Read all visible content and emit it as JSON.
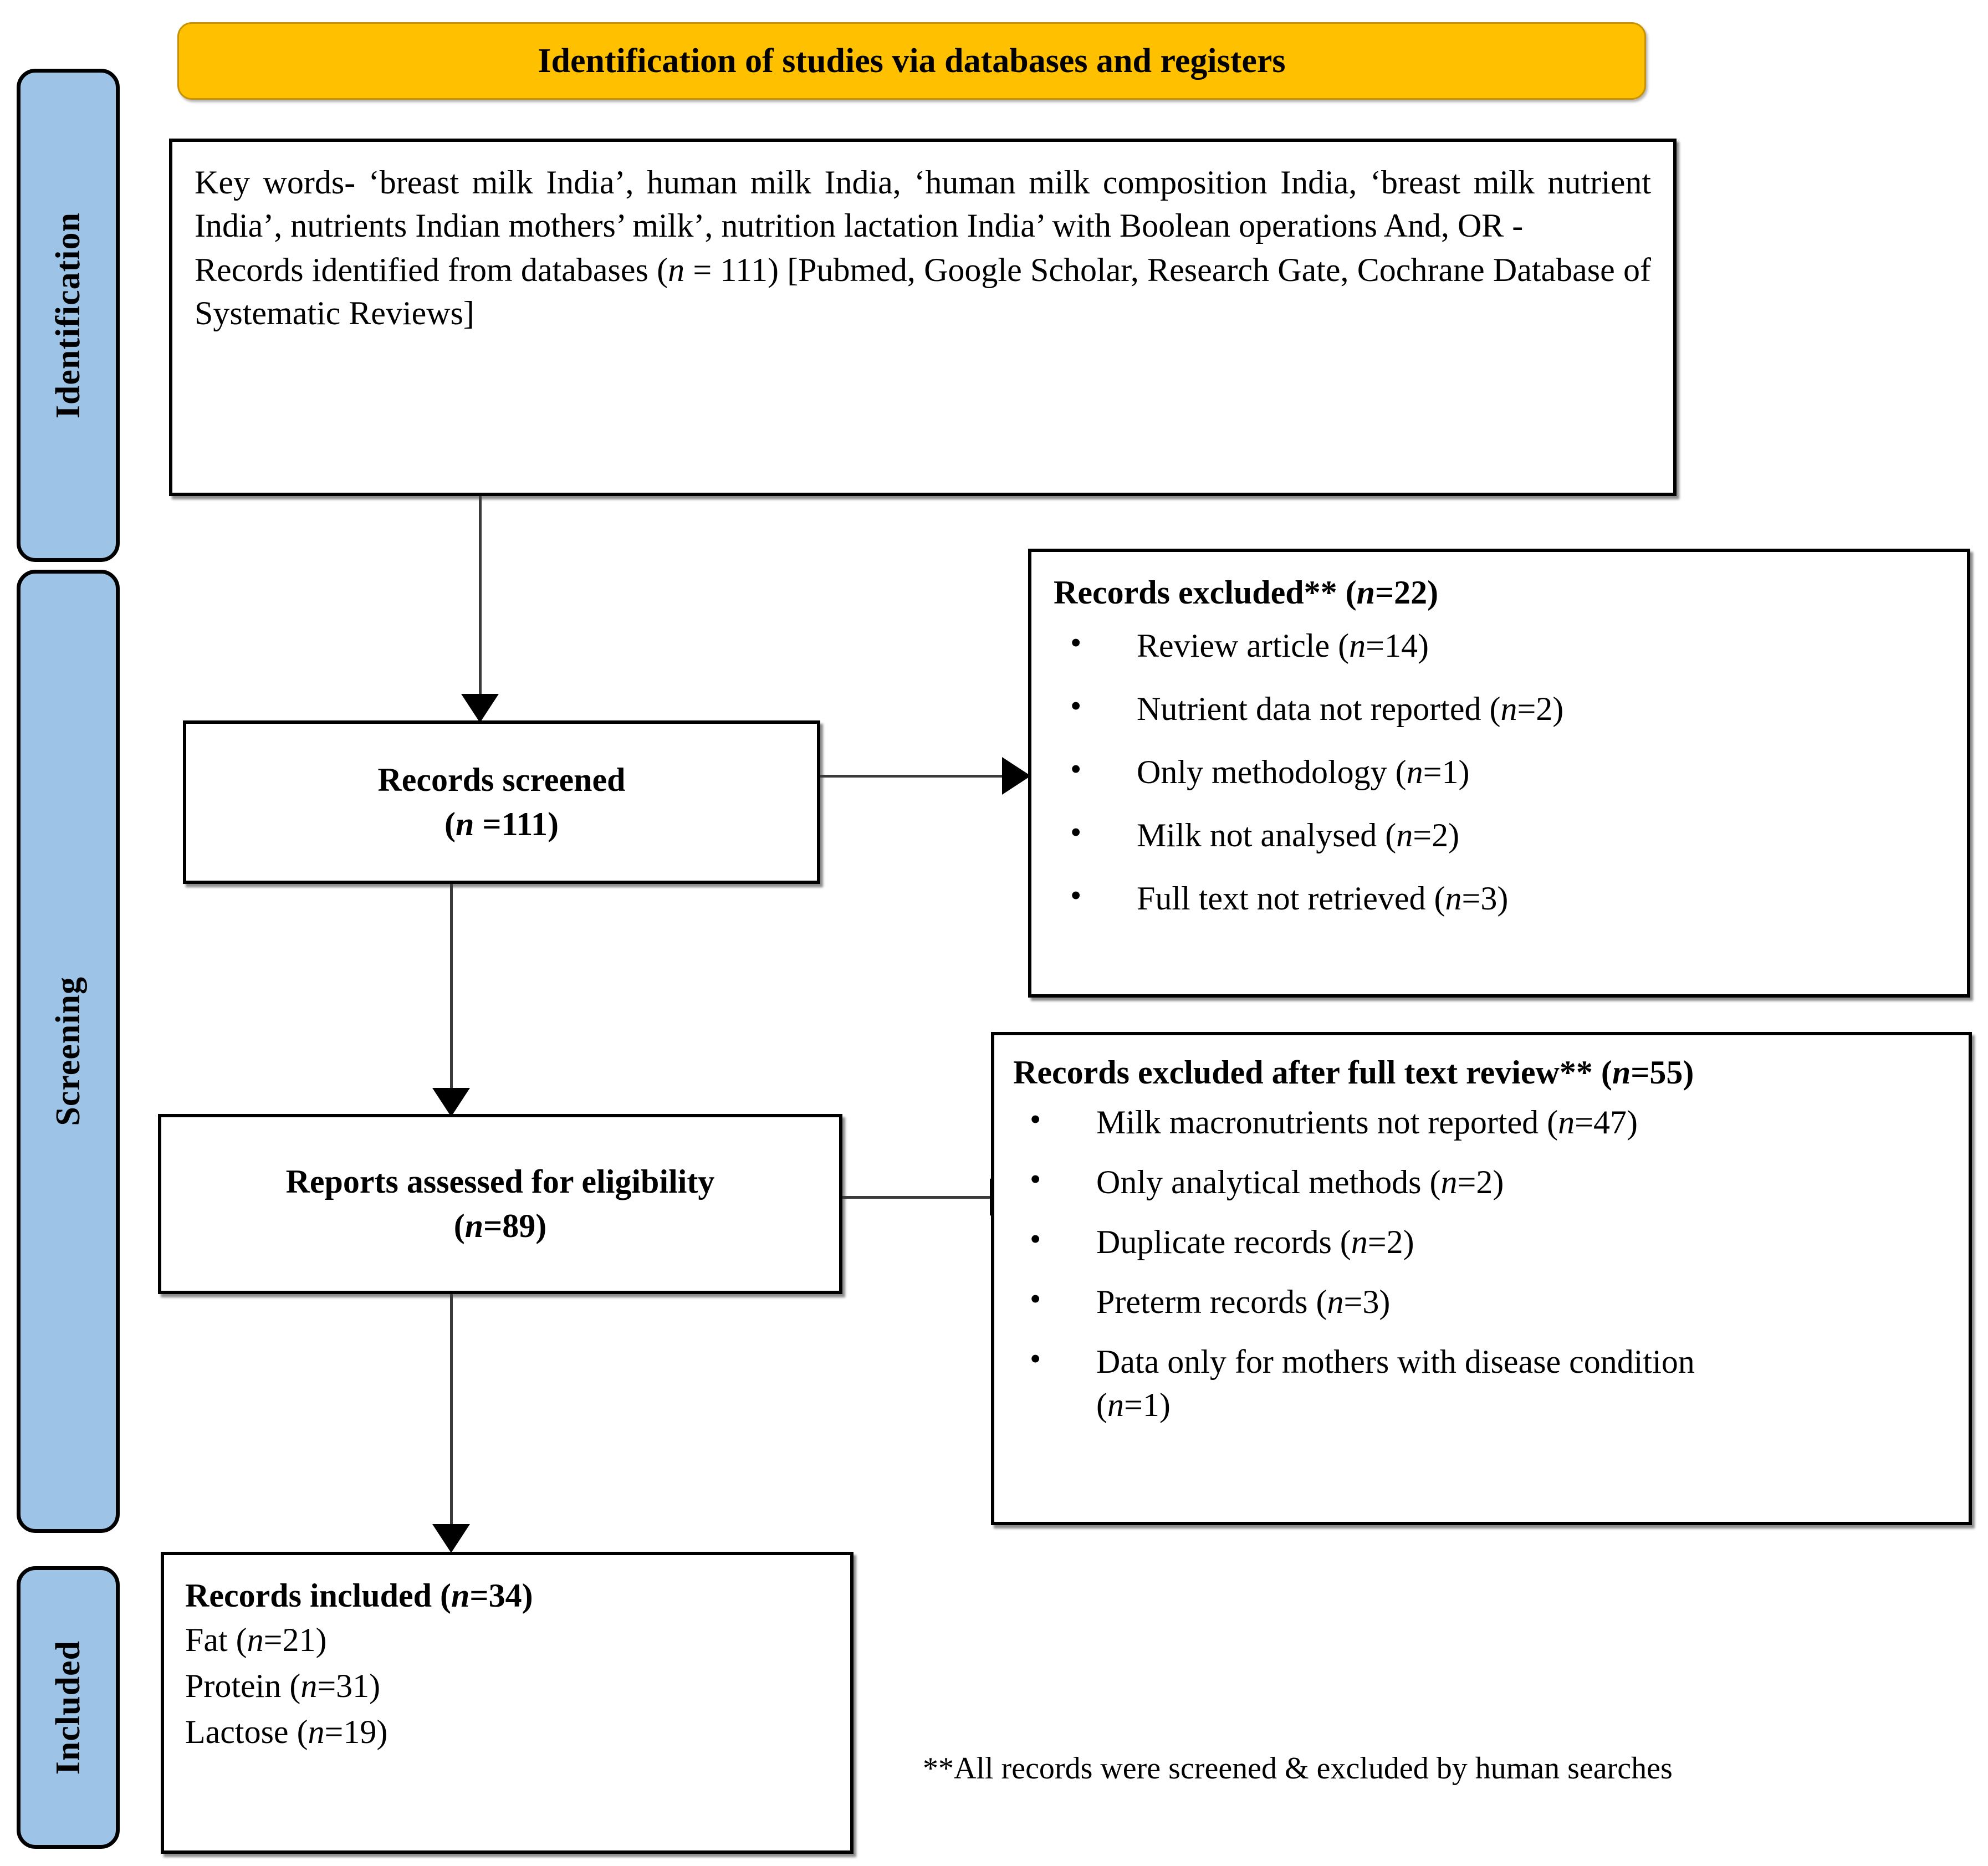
{
  "banner": {
    "title": "Identification of studies via databases and registers",
    "fill_color": "#FFC000"
  },
  "stages": [
    {
      "label": "Identification"
    },
    {
      "label": "Screening"
    },
    {
      "label": "Included"
    }
  ],
  "stage_band_color": "#9DC3E6",
  "identification_box": {
    "line1": "Key words- ‘breast milk India’, human milk India, ‘human milk composition India, ‘breast milk nutrient India’, nutrients Indian mothers’ milk’, nutrition lactation India’ with Boolean operations And, OR -",
    "records_prefix": "Records identified from databases (",
    "records_n": "n",
    "records_value": " = 111) [Pubmed, Google Scholar, Research Gate, Cochrane Database of Systematic Reviews]"
  },
  "records_screened_box": {
    "title": "Records screened",
    "count_open": "(",
    "count_n": "n",
    "count_value": " =111)"
  },
  "records_excluded_box": {
    "heading_text": "Records excluded** (",
    "heading_n": "n",
    "heading_value": "=22)",
    "items": [
      {
        "label": "Review article (",
        "n": "n",
        "value": "=14)"
      },
      {
        "label": "Nutrient data not reported (",
        "n": "n",
        "value": "=2)"
      },
      {
        "label": "Only methodology (",
        "n": "n",
        "value": "=1)"
      },
      {
        "label": "Milk not analysed (",
        "n": "n",
        "value": "=2)"
      },
      {
        "label": "Full text not retrieved (",
        "n": "n",
        "value": "=3)"
      }
    ]
  },
  "reports_assessed_box": {
    "title": "Reports assessed for eligibility",
    "count_open": "(",
    "count_n": "n",
    "count_value": "=89)"
  },
  "excluded_fulltext_box": {
    "heading_text": "Records excluded after full text review** (",
    "heading_n": "n",
    "heading_value": "=55)",
    "items": [
      {
        "label": "Milk macronutrients not reported (",
        "n": "n",
        "value": "=47)"
      },
      {
        "label": "Only analytical methods (",
        "n": "n",
        "value": "=2)"
      },
      {
        "label": "Duplicate records (",
        "n": "n",
        "value": "=2)"
      },
      {
        "label": "Preterm records (",
        "n": "n",
        "value": "=3)"
      },
      {
        "label": "Data only for mothers with disease condition (",
        "n": "n",
        "value": "=1)"
      }
    ]
  },
  "records_included_box": {
    "heading_text": "Records included (",
    "heading_n": "n",
    "heading_value": "=34)",
    "rows": [
      {
        "label": "Fat (",
        "n": "n",
        "value": "=21)"
      },
      {
        "label": "Protein (",
        "n": "n",
        "value": "=31)"
      },
      {
        "label": "Lactose (",
        "n": "n",
        "value": "=19)"
      }
    ]
  },
  "footnote": "**All records were screened & excluded by human searches"
}
